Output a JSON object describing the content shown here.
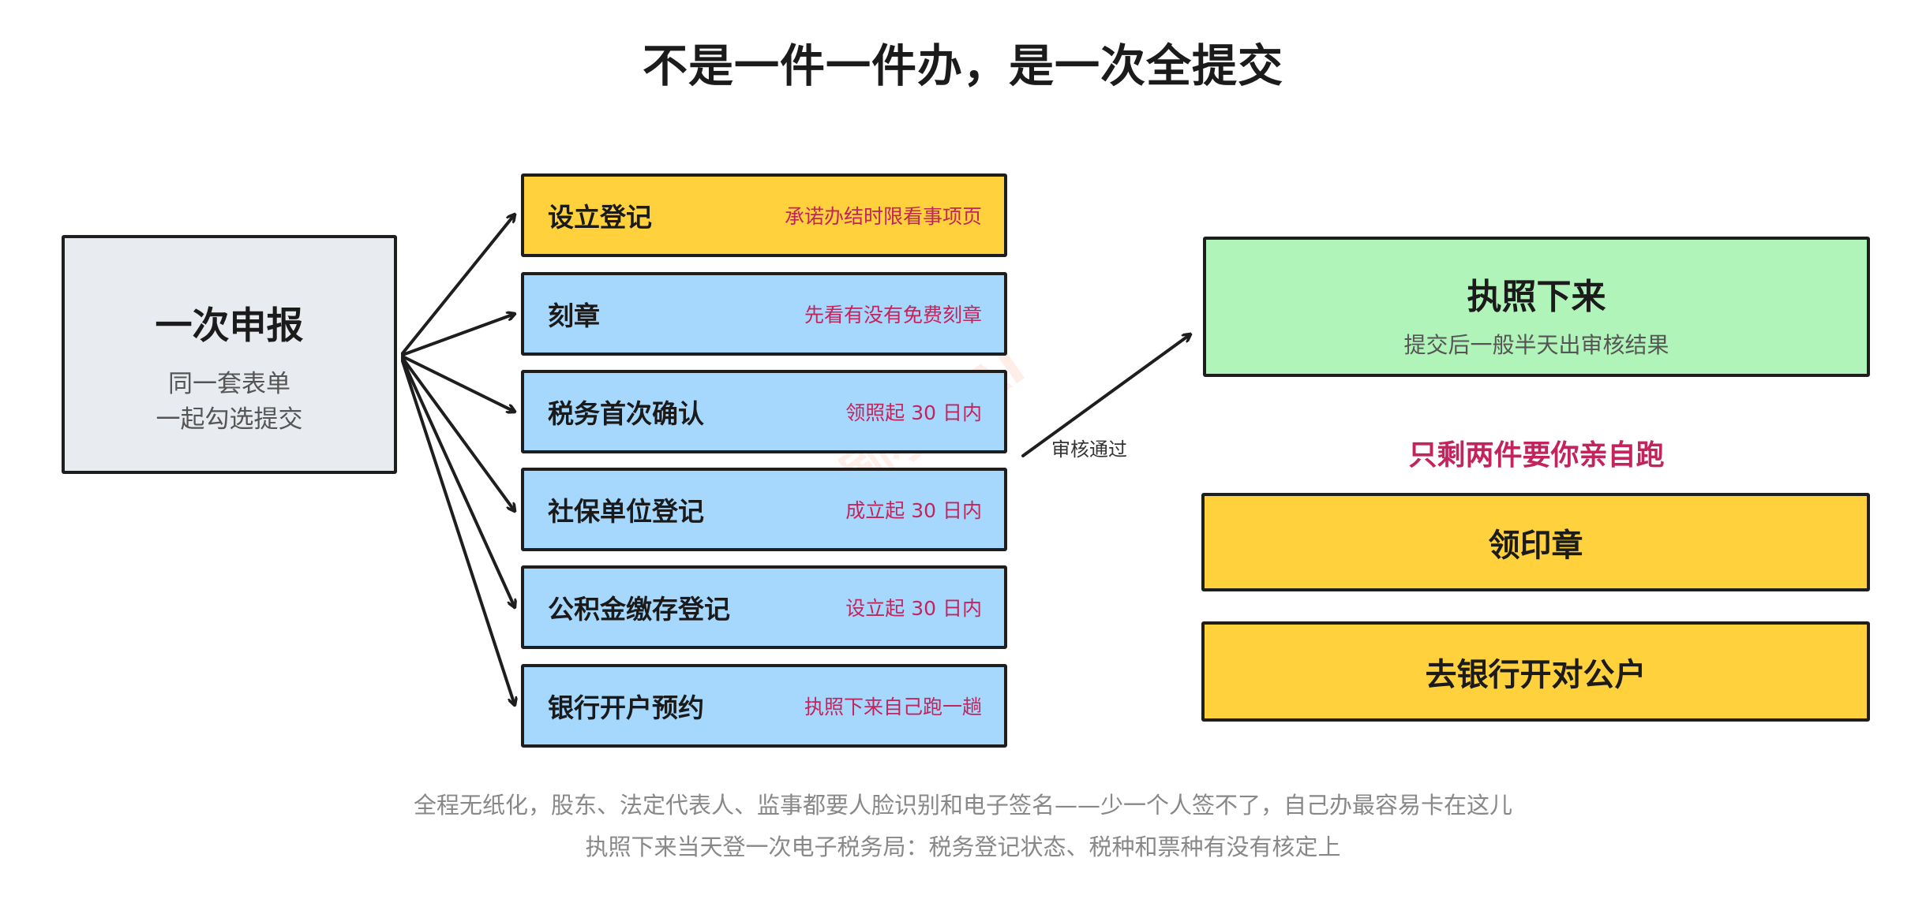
{
  "title": "不是一件一件办，是一次全提交",
  "source": {
    "title": "一次申报",
    "sub_line1": "同一套表单",
    "sub_line2": "一起勾选提交"
  },
  "items": [
    {
      "label": "设立登记",
      "note": "承诺办结时限看事项页",
      "color": "#ffd13c"
    },
    {
      "label": "刻章",
      "note": "先看有没有免费刻章",
      "color": "#a6d7fd"
    },
    {
      "label": "税务首次确认",
      "note": "领照起 30 日内",
      "color": "#a6d7fd"
    },
    {
      "label": "社保单位登记",
      "note": "成立起 30 日内",
      "color": "#a6d7fd"
    },
    {
      "label": "公积金缴存登记",
      "note": "设立起 30 日内",
      "color": "#a6d7fd"
    },
    {
      "label": "银行开户预约",
      "note": "执照下来自己跑一趟",
      "color": "#a6d7fd"
    }
  ],
  "review_label": "审核通过",
  "result": {
    "title": "执照下来",
    "sub": "提交后一般半天出审核结果"
  },
  "emphasis": "只剩两件要你亲自跑",
  "followups": [
    "领印章",
    "去银行开对公户"
  ],
  "watermark": "刷小猪AI",
  "footnotes": [
    "全程无纸化，股东、法定代表人、监事都要人脸识别和电子签名——少一个人签不了，自己办最容易卡在这儿",
    "执照下来当天登一次电子税务局：税务登记状态、税种和票种有没有核定上"
  ],
  "colors": {
    "blue": "#a6d7fd",
    "yellow": "#ffd13c",
    "green": "#b1f4b9",
    "gray": "#e8ebef",
    "accent": "#c2245c"
  }
}
